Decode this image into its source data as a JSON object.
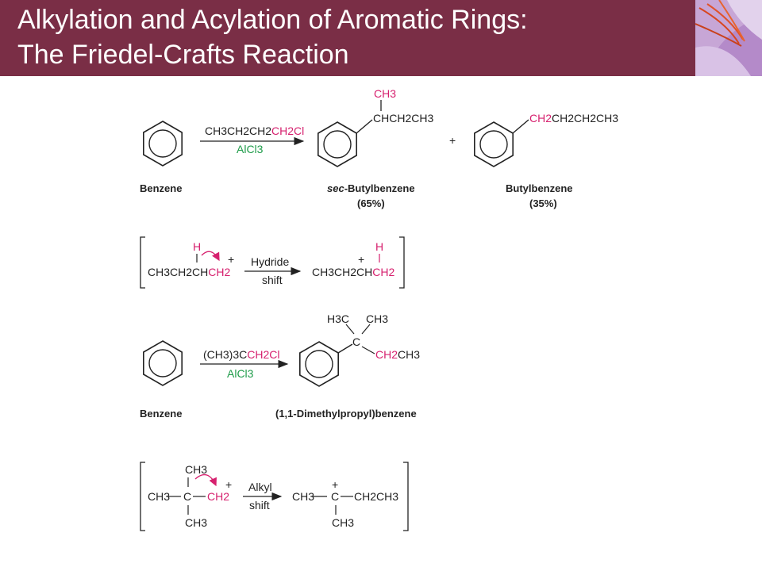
{
  "slide": {
    "title_line1": "Alkylation and Acylation of Aromatic Rings:",
    "title_line2": "The Friedel-Crafts Reaction"
  },
  "reaction1": {
    "reactant_label": "Benzene",
    "reagent_parts": [
      "CH3CH2CH2",
      "CH2Cl"
    ],
    "catalyst": "AlCl3",
    "product1_sub_top": "CH3",
    "product1_sub_chain": "CHCH2CH3",
    "product1_name_prefix": "sec",
    "product1_name_rest": "-Butylbenzene",
    "product1_yield": "(65%)",
    "plus": "+",
    "product2_chain_parts": [
      "CH2",
      "CH2CH2CH3"
    ],
    "product2_name": "Butylbenzene",
    "product2_yield": "(35%)"
  },
  "shift1": {
    "h_label": "H",
    "left_parts": [
      "CH3CH2CH",
      "CH2"
    ],
    "charge": "+",
    "arrow_top": "Hydride",
    "arrow_bottom": "shift",
    "right_parts": [
      "CH3CH2CH",
      "CH2"
    ]
  },
  "reaction2": {
    "reactant_label": "Benzene",
    "reagent_parts": [
      "(CH3)3C",
      "CH2Cl"
    ],
    "catalyst": "AlCl3",
    "product_sub_h3c": "H3C",
    "product_sub_ch3": "CH3",
    "product_center": "C",
    "product_chain_parts": [
      "CH2",
      "CH3"
    ],
    "product_name": "(1,1-Dimethylpropyl)benzene"
  },
  "shift2": {
    "left_top": "CH3",
    "left_row": [
      "CH3",
      "C",
      "CH2"
    ],
    "left_bottom": "CH3",
    "charge": "+",
    "arrow_top": "Alkyl",
    "arrow_bottom": "shift",
    "right_row": [
      "CH3",
      "C",
      "CH2CH3"
    ],
    "right_bottom": "CH3"
  },
  "colors": {
    "banner": "#7a2e46",
    "highlight": "#d6206e",
    "catalyst": "#1f9c4a"
  }
}
